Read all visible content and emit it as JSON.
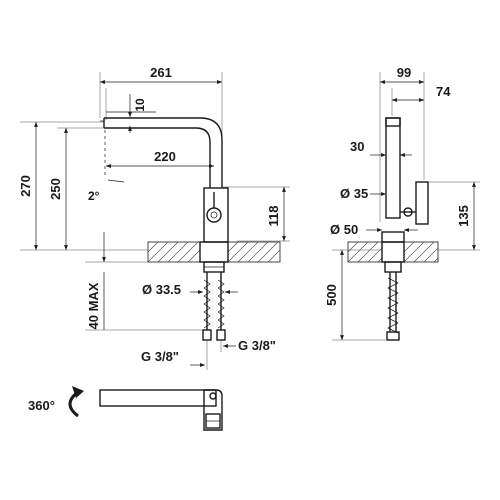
{
  "front_view": {
    "width_total": "261",
    "spout_thickness": "10",
    "spout_reach": "220",
    "height_total": "270",
    "spout_height": "250",
    "angle": "2°",
    "lever_height": "118",
    "max_deck_thickness": "40 MAX",
    "bore_diameter": "Ø 33.5",
    "connection_left": "G 3/8\"",
    "connection_right": "G 3/8\""
  },
  "side_view": {
    "depth_total": "99",
    "depth_lever": "74",
    "body_width": "30",
    "body_diameter": "Ø 35",
    "base_diameter": "Ø 50",
    "lever_height": "135",
    "hose_length": "500"
  },
  "top_view": {
    "rotation": "360°"
  }
}
